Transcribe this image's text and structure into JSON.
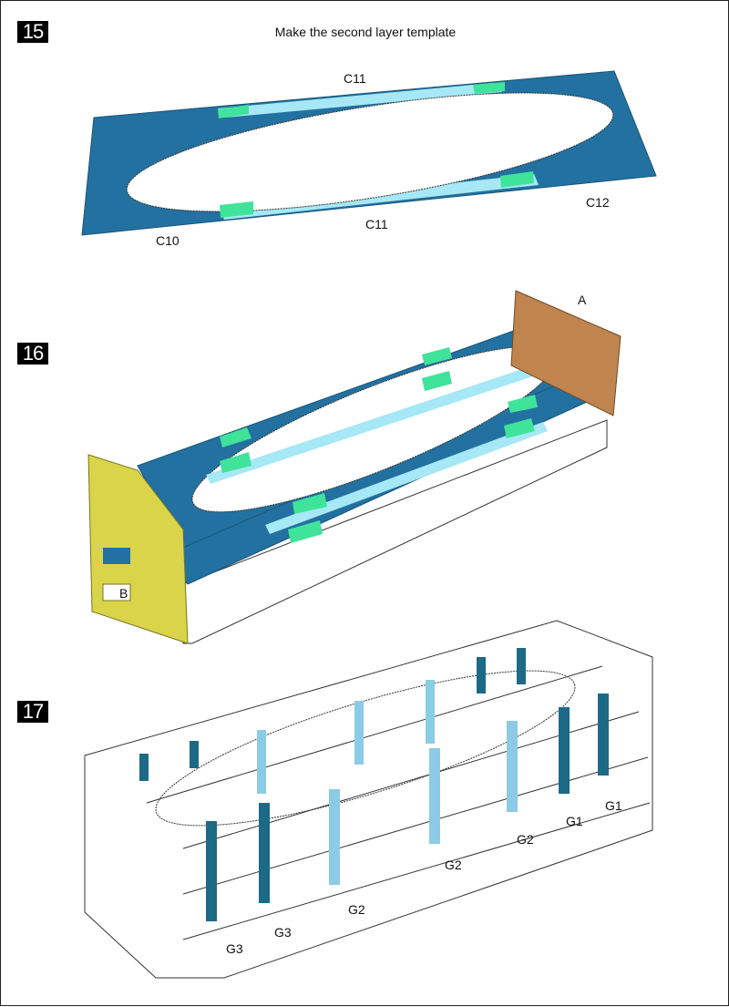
{
  "steps": [
    {
      "number": "15",
      "title": "Make the second layer template",
      "labels": {
        "c11_top": "C11",
        "c11_bottom": "C11",
        "c12": "C12",
        "c10": "C10"
      }
    },
    {
      "number": "16",
      "labels": {
        "a": "A",
        "b": "B"
      }
    },
    {
      "number": "17",
      "labels": {
        "g1_a": "G1",
        "g1_b": "G1",
        "g2_a": "G2",
        "g2_b": "G2",
        "g2_c": "G2",
        "g3_a": "G3",
        "g3_b": "G3"
      }
    }
  ],
  "colors": {
    "dark_blue": "#2271a0",
    "light_blue": "#a6e8f5",
    "green": "#3fe39a",
    "yellow": "#d9d44a",
    "brown": "#c0844f",
    "fin_dark": "#1d6a86",
    "fin_light": "#8ccbe6"
  }
}
